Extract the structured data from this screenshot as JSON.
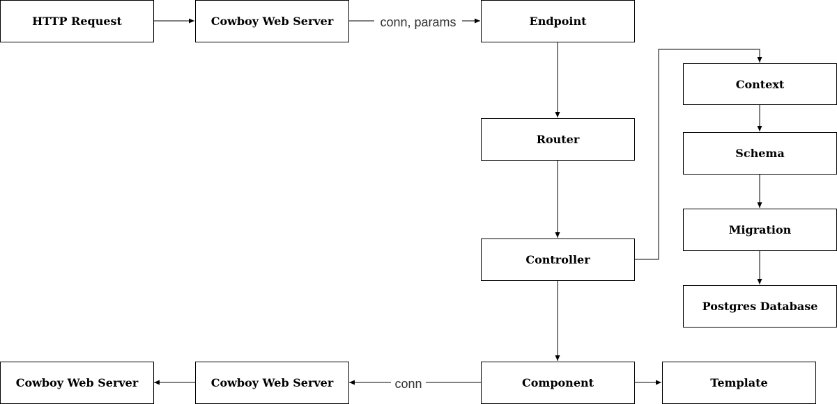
{
  "diagram": {
    "nodes": {
      "http_request": "HTTP Request",
      "cowboy_in": "Cowboy Web Server",
      "endpoint": "Endpoint",
      "router": "Router",
      "controller": "Controller",
      "context": "Context",
      "schema": "Schema",
      "migration": "Migration",
      "postgres": "Postgres Database",
      "component": "Component",
      "template": "Template",
      "cowboy_out_mid": "Cowboy Web Server",
      "cowboy_out_end": "Cowboy Web Server"
    },
    "edges": [
      {
        "from": "http_request",
        "to": "cowboy_in",
        "label": ""
      },
      {
        "from": "cowboy_in",
        "to": "endpoint",
        "label": "conn, params"
      },
      {
        "from": "endpoint",
        "to": "router",
        "label": ""
      },
      {
        "from": "router",
        "to": "controller",
        "label": ""
      },
      {
        "from": "controller",
        "to": "context",
        "label": ""
      },
      {
        "from": "context",
        "to": "schema",
        "label": ""
      },
      {
        "from": "schema",
        "to": "migration",
        "label": ""
      },
      {
        "from": "migration",
        "to": "postgres",
        "label": ""
      },
      {
        "from": "controller",
        "to": "component",
        "label": ""
      },
      {
        "from": "component",
        "to": "template",
        "label": ""
      },
      {
        "from": "component",
        "to": "cowboy_out_mid",
        "label": "conn"
      },
      {
        "from": "cowboy_out_mid",
        "to": "cowboy_out_end",
        "label": ""
      }
    ],
    "colors": {
      "stroke": "#000000",
      "fill": "#ffffff",
      "label_text": "#333333"
    }
  }
}
